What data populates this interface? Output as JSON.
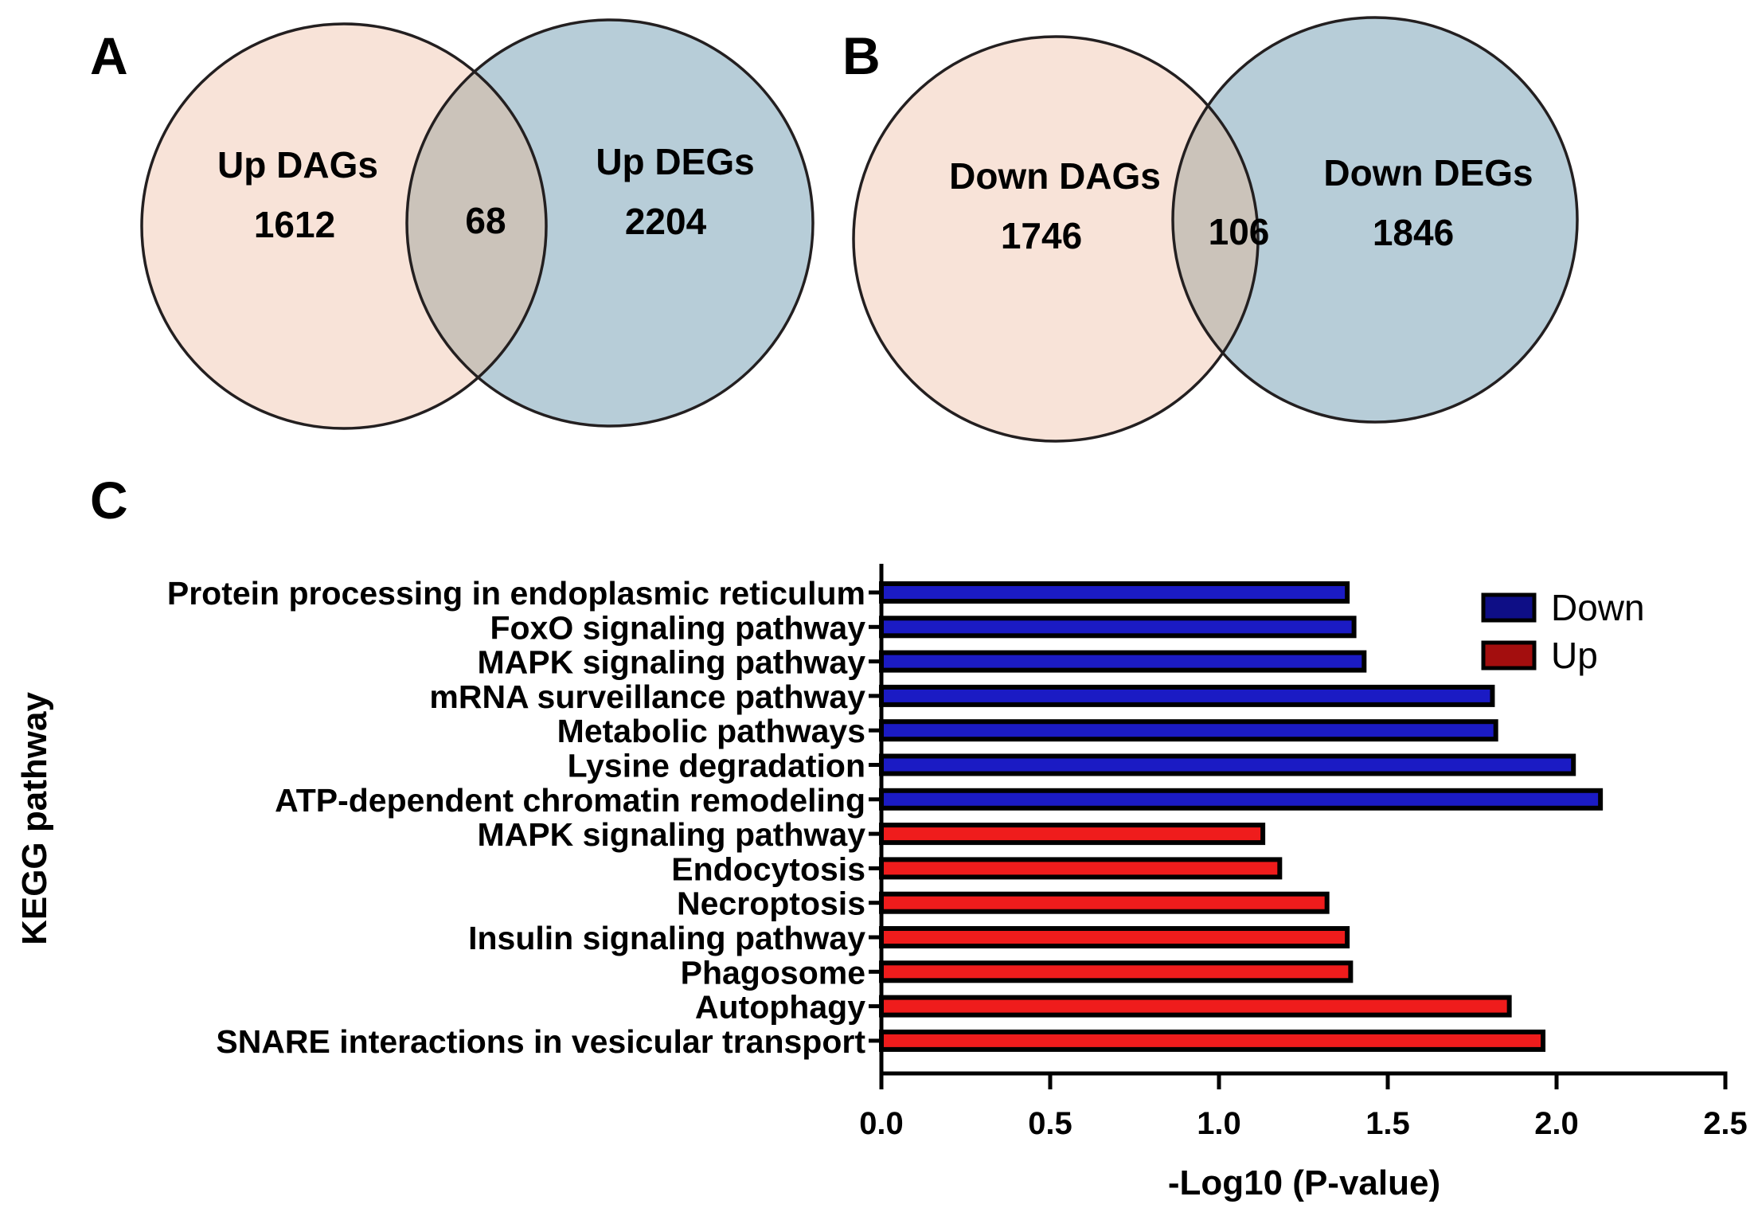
{
  "panels": {
    "a": {
      "letter": "A",
      "left_label": "Up DAGs",
      "left_count": "1612",
      "right_label": "Up DEGs",
      "right_count": "2204",
      "overlap_count": "68"
    },
    "b": {
      "letter": "B",
      "left_label": "Down DAGs",
      "left_count": "1746",
      "right_label": "Down DEGs",
      "right_count": "1846",
      "overlap_count": "106"
    },
    "c": {
      "letter": "C"
    }
  },
  "colors": {
    "venn_left_fill": "#f8e3d8",
    "venn_right_fill": "#b7cdd8",
    "venn_overlap_fill": "#cbc3ba",
    "down_bar": "#1b1bc4",
    "up_bar": "#ef1c1c",
    "legend_down": "#0e0e86",
    "legend_up": "#a30e0e"
  },
  "chart_data": {
    "type": "bar",
    "orientation": "horizontal",
    "xlabel": "-Log10 (P-value)",
    "ylabel": "KEGG pathway",
    "xlim": [
      0,
      2.5
    ],
    "xticks": [
      "0.0",
      "0.5",
      "1.0",
      "1.5",
      "2.0",
      "2.5"
    ],
    "legend": {
      "position": "top-right",
      "entries": [
        "Down",
        "Up"
      ]
    },
    "categories": [
      "Protein processing in endoplasmic reticulum",
      "FoxO signaling pathway",
      "MAPK signaling pathway",
      "mRNA surveillance pathway",
      "Metabolic pathways",
      "Lysine degradation",
      "ATP-dependent chromatin remodeling",
      "MAPK signaling pathway",
      "Endocytosis",
      "Necroptosis",
      "Insulin signaling pathway",
      "Phagosome",
      "Autophagy",
      "SNARE interactions in vesicular transport"
    ],
    "values": [
      1.38,
      1.4,
      1.43,
      1.81,
      1.82,
      2.05,
      2.13,
      1.13,
      1.18,
      1.32,
      1.38,
      1.39,
      1.86,
      1.96
    ],
    "groups": [
      "Down",
      "Down",
      "Down",
      "Down",
      "Down",
      "Down",
      "Down",
      "Up",
      "Up",
      "Up",
      "Up",
      "Up",
      "Up",
      "Up"
    ]
  }
}
